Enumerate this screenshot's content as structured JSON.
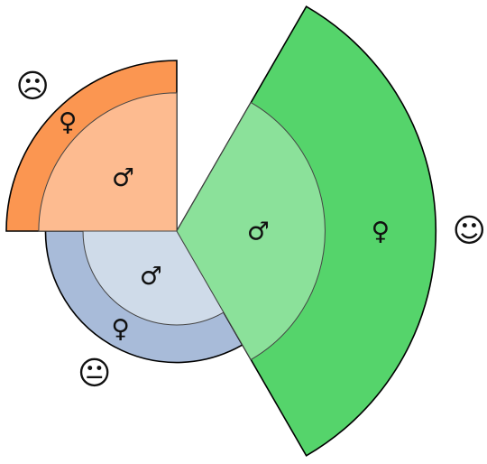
{
  "chart_data": {
    "type": "polar-area",
    "categories": [
      {
        "name": "sad",
        "face": "☹",
        "angles_deg": [
          90,
          180
        ],
        "colors": {
          "outer": "#fb9651",
          "inner": "#fdbb90"
        },
        "rings": [
          {
            "gender": "female",
            "symbol": "♀",
            "value": 1.0
          },
          {
            "gender": "male",
            "symbol": "♂",
            "value": 0.81
          }
        ]
      },
      {
        "name": "neutral",
        "face": "😐",
        "angles_deg": [
          180,
          300
        ],
        "colors": {
          "outer": "#a8bbd9",
          "inner": "#cfdbe9"
        },
        "rings": [
          {
            "gender": "female",
            "symbol": "♀",
            "value": 0.77
          },
          {
            "gender": "male",
            "symbol": "♂",
            "value": 0.55
          }
        ]
      },
      {
        "name": "happy",
        "face": "☺",
        "angles_deg": [
          300,
          420
        ],
        "colors": {
          "outer": "#55d46b",
          "inner": "#8be19a"
        },
        "rings": [
          {
            "gender": "female",
            "symbol": "♀",
            "value": 1.52
          },
          {
            "gender": "male",
            "symbol": "♂",
            "value": 0.87
          }
        ]
      }
    ]
  }
}
